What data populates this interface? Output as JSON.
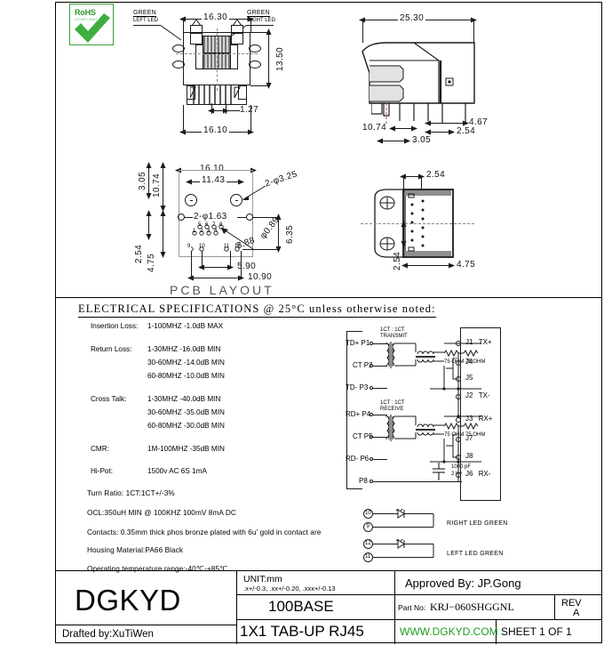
{
  "document": {
    "type": "engineering-datasheet",
    "unit_note": "UNIT:mm",
    "tolerance_note": ".x+/-0.3, .xx+/-0.20, .xxx+/-0.13"
  },
  "rohs": {
    "title": "RoHS",
    "subtitle": "COMPLIANT",
    "color": "#2f9b2f"
  },
  "front_view": {
    "led_left_label": "GREEN",
    "led_left_sub": "LEFT LED",
    "led_right_label": "GREEN",
    "led_right_sub": "RIGHT LED",
    "dim_width_top": "16.30",
    "dim_height": "13.50",
    "dim_pitch": "1.27",
    "dim_width_bottom": "16.10"
  },
  "side_view": {
    "dim_length": "25.30",
    "dim_a": "10.74",
    "dim_b": "3.05",
    "dim_c": "2.54",
    "dim_d": "4.67"
  },
  "pcb_layout": {
    "title": "PCB LAYOUT",
    "dim_16_10": "16.10",
    "dim_11_43": "11.43",
    "dim_3_05": "3.05",
    "dim_10_74": "10.74",
    "dim_2_54": "2.54",
    "dim_4_75": "4.75",
    "dim_5_90": "5.90",
    "dim_10_90": "10.90",
    "dim_6_35": "6.35",
    "dim_8_88": "8.88",
    "note_holes_325": "2-φ3.25",
    "note_holes_163": "2-φ1.63",
    "note_holes_089": "φ0.89",
    "pin_numbers_top": [
      "1",
      "2",
      "3",
      "4",
      "5",
      "6",
      "7",
      "8"
    ],
    "pin_numbers_bottom": [
      "9",
      "10",
      "11",
      "12"
    ]
  },
  "rear_view": {
    "dim_2_54_top": "2.54",
    "dim_2_54_left": "2.54",
    "dim_4_75": "4.75"
  },
  "specifications": {
    "heading": "ELECTRICAL SPECIFICATIONS @ 25°C unless otherwise noted:",
    "items": [
      {
        "label": "Insertion Loss:",
        "lines": [
          "1-100MHZ  -1.0dB MAX"
        ]
      },
      {
        "label": "Return Loss:",
        "lines": [
          "1-30MHZ    -16.0dB MIN",
          "30-60MHZ  -14.0dB MIN",
          "60-80MHZ  -10.0dB MIN"
        ]
      },
      {
        "label": "Cross Talk:",
        "lines": [
          "1-30MHZ    -40.0dB MIN",
          "30-60MHZ  -35.0dB MIN",
          "60-80MHZ  -30.0dB MIN"
        ]
      },
      {
        "label": "CMR:",
        "lines": [
          "1M-100MHZ  -35dB MIN"
        ]
      },
      {
        "label": "Hi-Pot:",
        "lines": [
          "1500v AC 6S 1mA"
        ]
      }
    ],
    "notes": [
      "Turn Ratio: 1CT:1CT+/-3%",
      "OCL:350uH MIN @ 100KHZ 100mV 8mA DC",
      "Contacts: 0.35mm thick phos bronze plated with 6u' gold in contact are",
      "Housing Material:PA66 Black",
      "Operating temperature range:-40℃-+85℃"
    ]
  },
  "schematic": {
    "transmit_label_line1": "1CT : 1CT",
    "transmit_label_line2": "TRANSMIT",
    "receive_label_line1": "1CT : 1CT",
    "receive_label_line2": "RECEIVE",
    "left_pins": [
      {
        "name": "TD+ P1"
      },
      {
        "name": "CT P2"
      },
      {
        "name": "TD- P3"
      },
      {
        "name": "RD+ P4"
      },
      {
        "name": "CT P5"
      },
      {
        "name": "RD- P6"
      },
      {
        "name": "P8"
      }
    ],
    "resistors": [
      {
        "value": "75 OHM"
      },
      {
        "value": "75 OHM"
      },
      {
        "value": "75 OHM"
      },
      {
        "value": "75 OHM"
      }
    ],
    "capacitor_line1": "1000 pF",
    "capacitor_line2": "2 Kv",
    "right_pins": [
      {
        "name": "J1",
        "signal": "TX+"
      },
      {
        "name": "J4",
        "signal": ""
      },
      {
        "name": "J5",
        "signal": ""
      },
      {
        "name": "J2",
        "signal": "TX-"
      },
      {
        "name": "J3",
        "signal": "RX+"
      },
      {
        "name": "J7",
        "signal": ""
      },
      {
        "name": "J8",
        "signal": ""
      },
      {
        "name": "J6",
        "signal": "RX-"
      }
    ]
  },
  "leds": [
    {
      "pin_top": "10",
      "pin_bottom": "9",
      "label": "RIGHT  LED  GREEN"
    },
    {
      "pin_top": "12",
      "pin_bottom": "11",
      "label": "LEFT  LED  GREEN"
    }
  ],
  "title_block": {
    "company": "DGKYD",
    "drafted_by": "Drafted by:XuTiWen",
    "unit": "UNIT:mm",
    "tolerance": ".x+/-0.3, .xx+/-0.20, .xxx+/-0.13",
    "product_line1": "100BASE",
    "product_line2": "1X1 TAB-UP RJ45",
    "approved_by": "Approved By: JP.Gong",
    "part_no_label": "Part No:",
    "part_no": "KRJ−060SHGGNL",
    "rev_label": "REV",
    "rev_value": "A",
    "website": "WWW.DGKYD.COM",
    "sheet": "SHEET 1 OF 1",
    "website_color": "#1d9c1d"
  }
}
